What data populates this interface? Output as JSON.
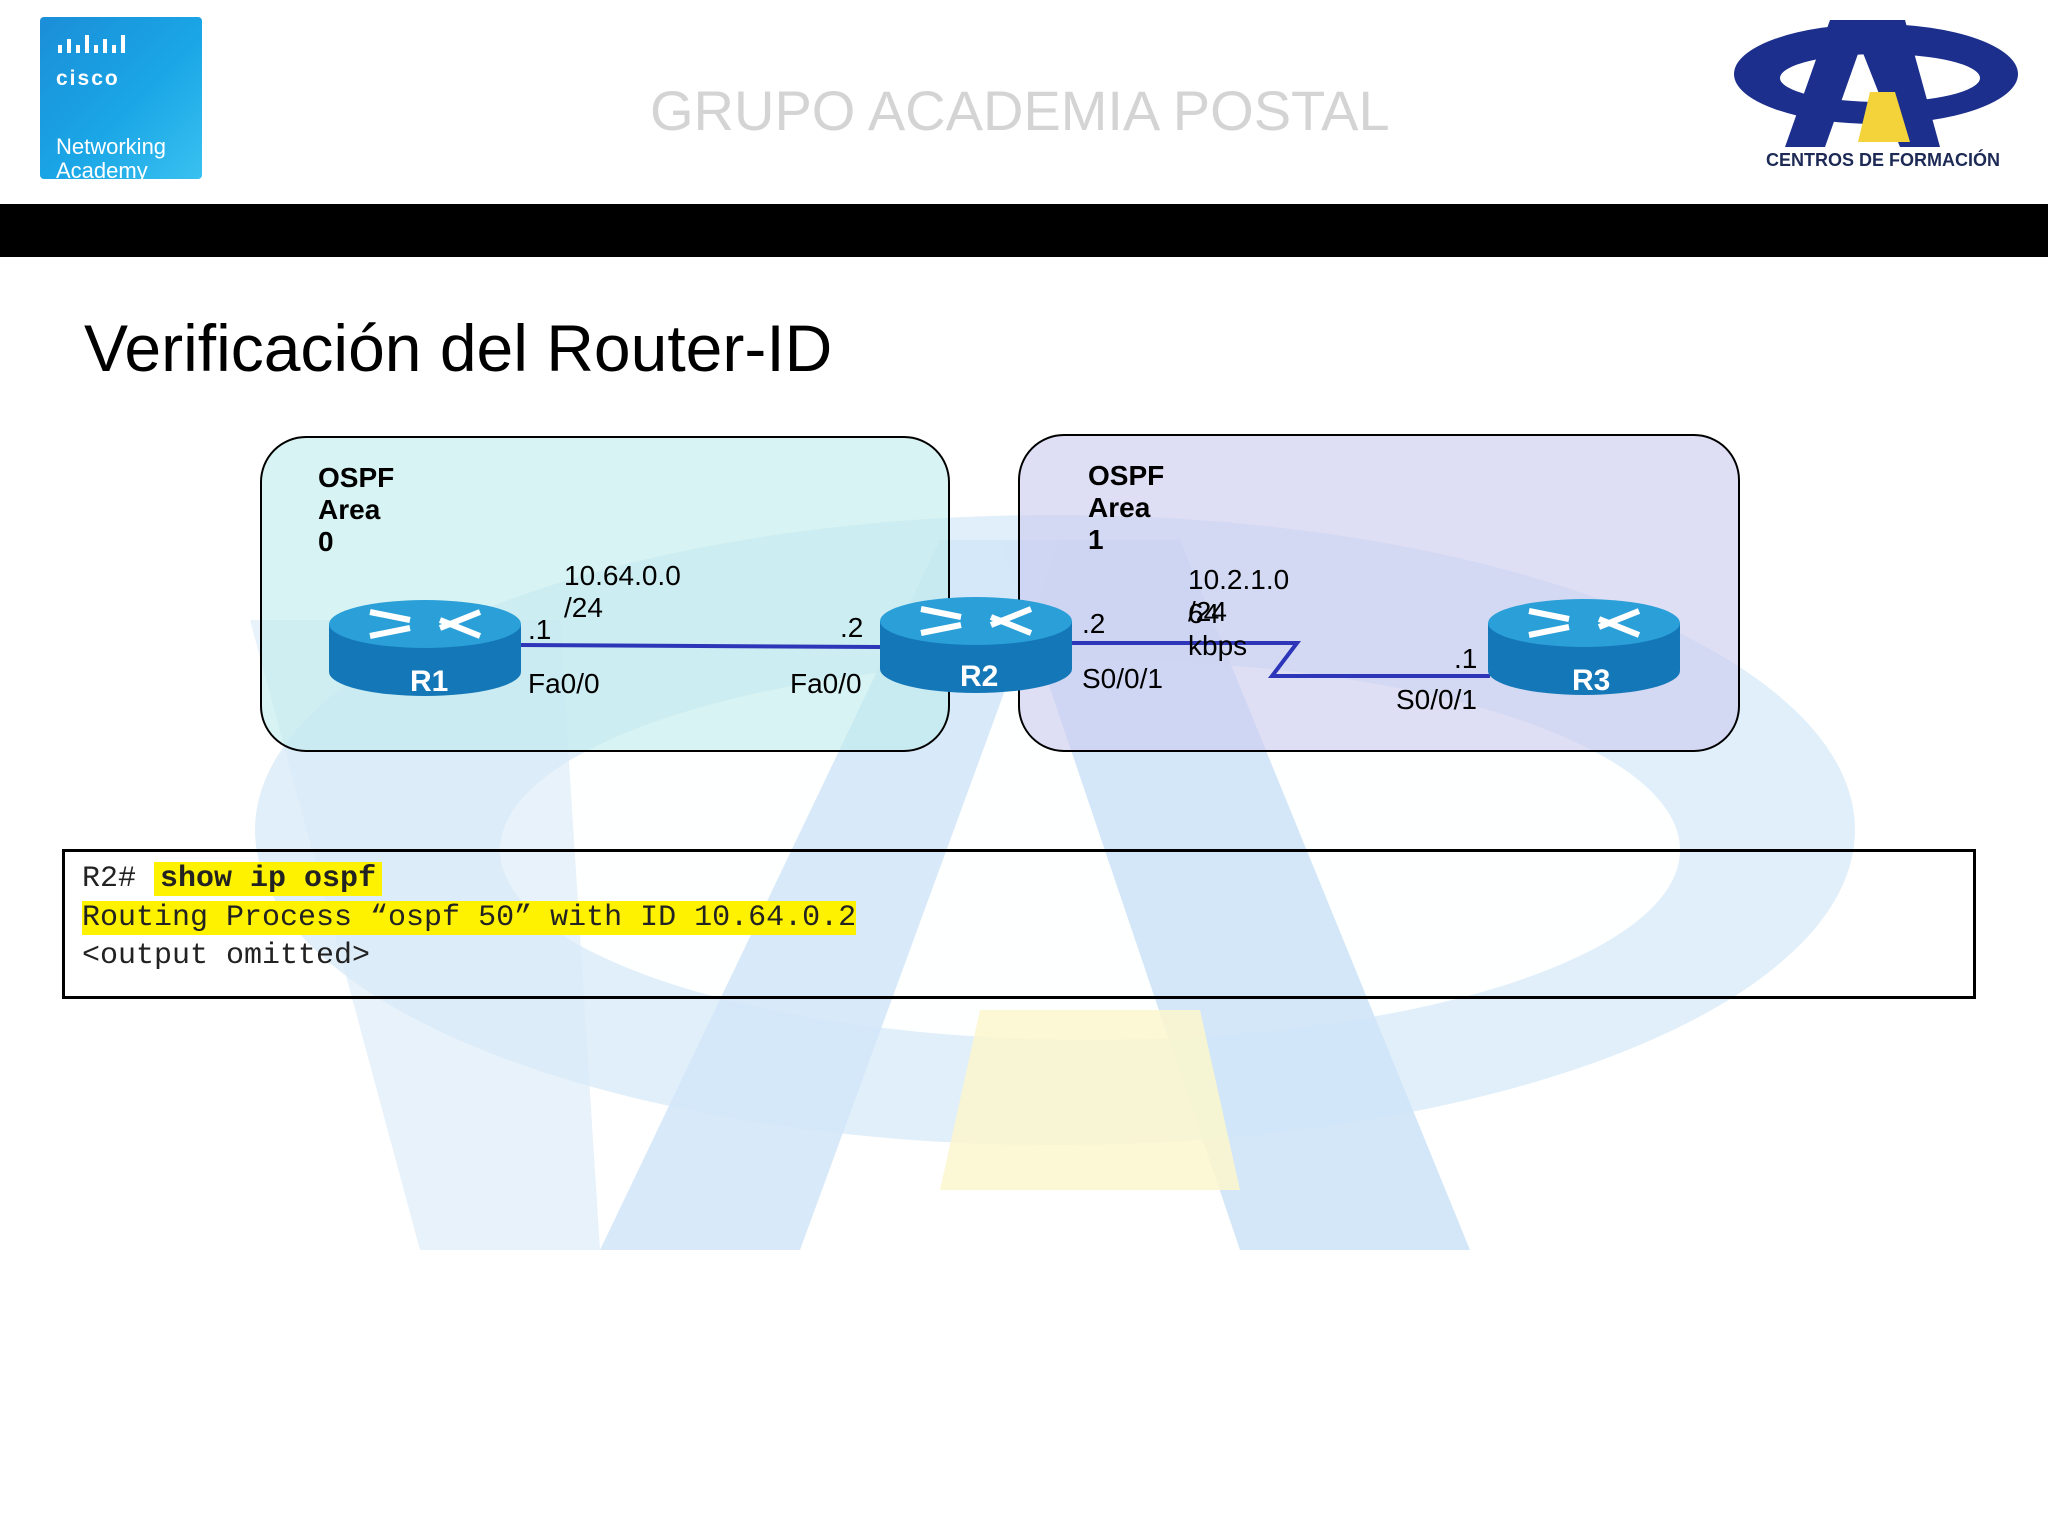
{
  "header": {
    "cisco_logo": {
      "brand": "cisco",
      "sub_line1": "Networking",
      "sub_line2": "Academy"
    },
    "title": "GRUPO ACADEMIA POSTAL",
    "right_logo_caption": "CENTROS DE FORMACIÓN"
  },
  "slide": {
    "title": "Verificación del Router-ID"
  },
  "diagram": {
    "areas": [
      {
        "label": "OSPF Area 0"
      },
      {
        "label": "OSPF Area 1"
      }
    ],
    "routers": [
      "R1",
      "R2",
      "R3"
    ],
    "links": [
      {
        "network": "10.64.0.0 /24",
        "left_ip": ".1",
        "left_if": "Fa0/0",
        "right_ip": ".2",
        "right_if": "Fa0/0"
      },
      {
        "network": "10.2.1.0 /24",
        "speed": "64 kbps",
        "left_ip": ".2",
        "left_if": "S0/0/1",
        "right_ip": ".1",
        "right_if": "S0/0/1"
      }
    ]
  },
  "cli": {
    "prompt": "R2#",
    "command": "show ip ospf",
    "output_line": "Routing Process “ospf 50” with ID 10.64.0.2",
    "omitted": "<output omitted>"
  },
  "colors": {
    "router_top": "#2a9fd8",
    "router_side": "#1478b8",
    "link": "#2d36b8",
    "highlight": "#fff200",
    "cisco_blue": "#1aa6e6",
    "watermark_blue": "#cfe6f8",
    "watermark_yellow": "#fbf6c8"
  }
}
